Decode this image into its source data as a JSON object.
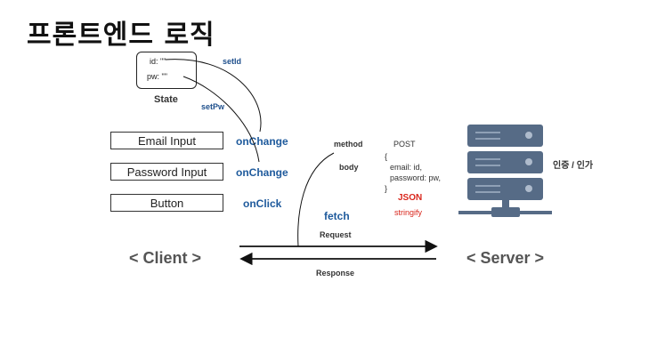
{
  "title": "프론트엔드 로직",
  "state": {
    "id_line": "id: \"\"",
    "pw_line": "pw: \"\"",
    "label": "State",
    "setter_id": "setId",
    "setter_pw": "setPw"
  },
  "inputs": [
    {
      "label": "Email Input",
      "event": "onChange"
    },
    {
      "label": "Password Input",
      "event": "onChange"
    },
    {
      "label": "Button",
      "event": "onClick"
    }
  ],
  "fetch_label": "fetch",
  "request": {
    "method_key": "method",
    "method_value": "POST",
    "body_key": "body",
    "body_lines": [
      "{",
      "email: id,",
      "password: pw,",
      "}"
    ],
    "json_label": "JSON",
    "stringify_label": "stringify"
  },
  "arrows": {
    "request": "Request",
    "response": "Response"
  },
  "client_label": "< Client >",
  "server_label": "< Server >",
  "server_note": "인증 / 인가"
}
